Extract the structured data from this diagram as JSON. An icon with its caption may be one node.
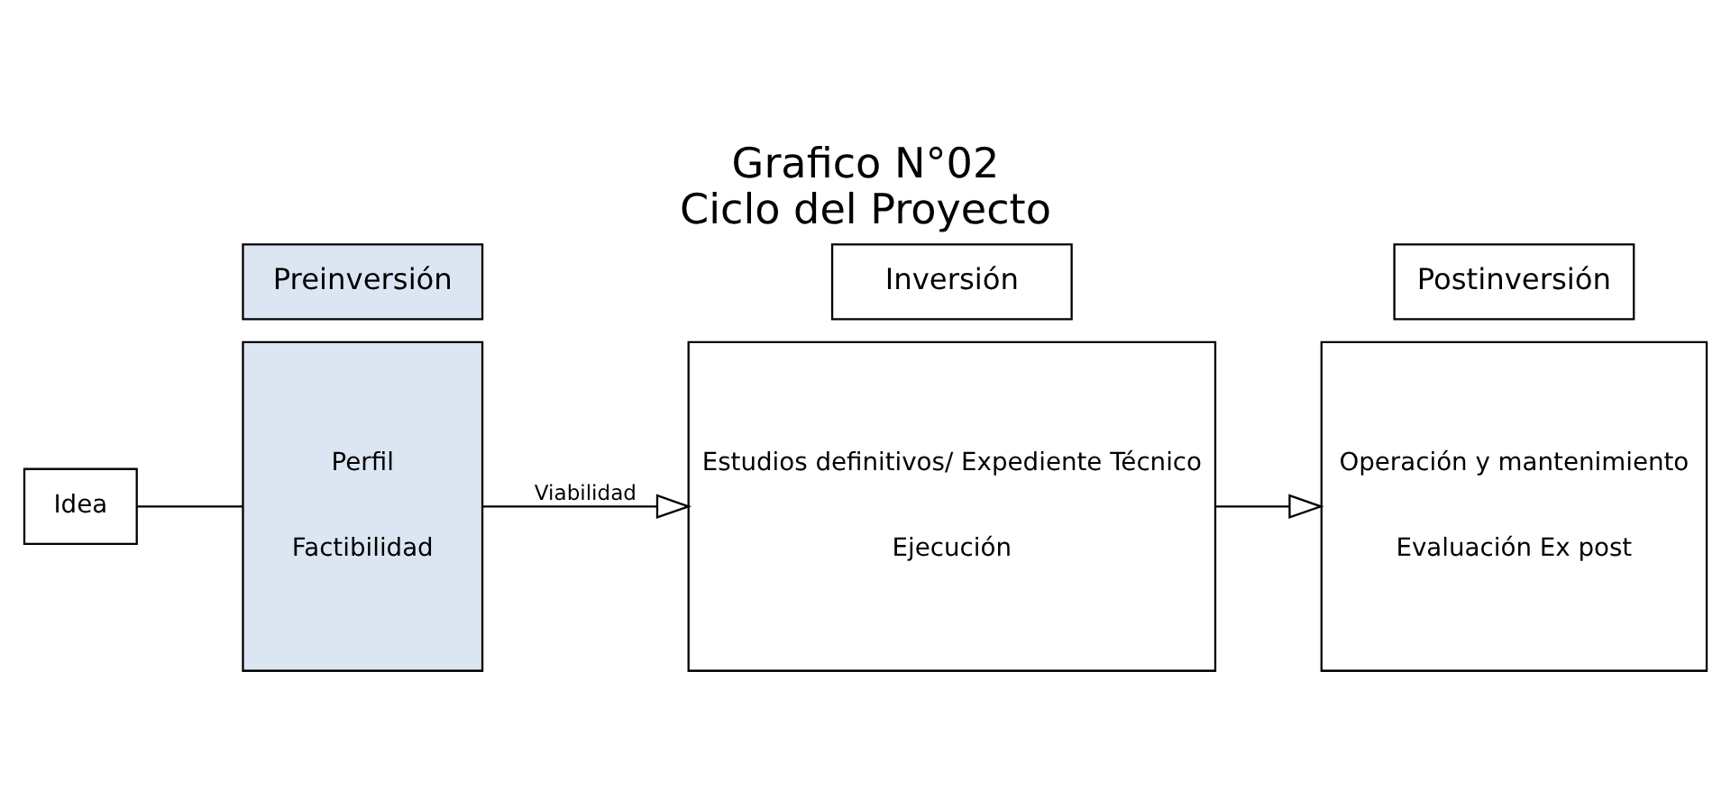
{
  "diagram": {
    "title": "Grafico N°02",
    "nodes": [
      {
        "text": [
          "Idea"
        ]
      },
      {
        "text": [
          "Preinversión"
        ]
      },
      {
        "text": [
          "Perfil",
          "Factibilidad"
        ]
      },
      {
        "text": [
          "Inversión"
        ]
      },
      {
        "text": [
          "Estudios definitivos/ Expediente Técnico",
          "Ejecución"
        ]
      },
      {
        "text": [
          "Postinversión"
        ]
      },
      {
        "text": [
          "Operación y mantenimiento",
          "Evaluación Ex post"
        ]
      }
    ],
    "edges": [
      {
        "from": 0,
        "to": 2,
        "arrow": "none"
      },
      {
        "from": 2,
        "to": 4,
        "arrow": "to",
        "label": "Viabilidad"
      },
      {
        "from": 4,
        "to": 6,
        "arrow": "to"
      }
    ],
    "labels": [
      "Ciclo del Proyecto"
    ]
  }
}
